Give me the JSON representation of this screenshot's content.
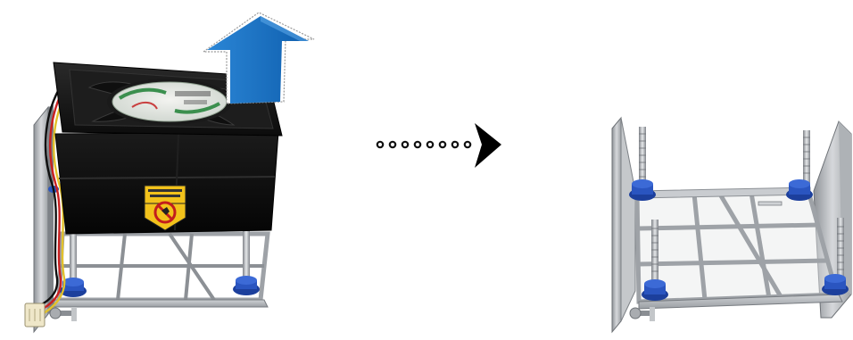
{
  "figure": {
    "title": "",
    "left_panel": "fan-assembly-with-bracket",
    "right_panel": "empty-bracket",
    "transition": "dotted-arrow-right"
  },
  "icons": {
    "lift_arrow": "arrow-up-icon",
    "transition_arrow": "dotted-arrow-right-icon",
    "warning_label": "no-touch-warning-icon"
  },
  "colors": {
    "arrow_blue": "#1a73c6",
    "fan_body": "#151515",
    "bracket_metal": "#b9bcc0",
    "screw_blue": "#1c3f9c",
    "label_yellow": "#f2c21b"
  }
}
